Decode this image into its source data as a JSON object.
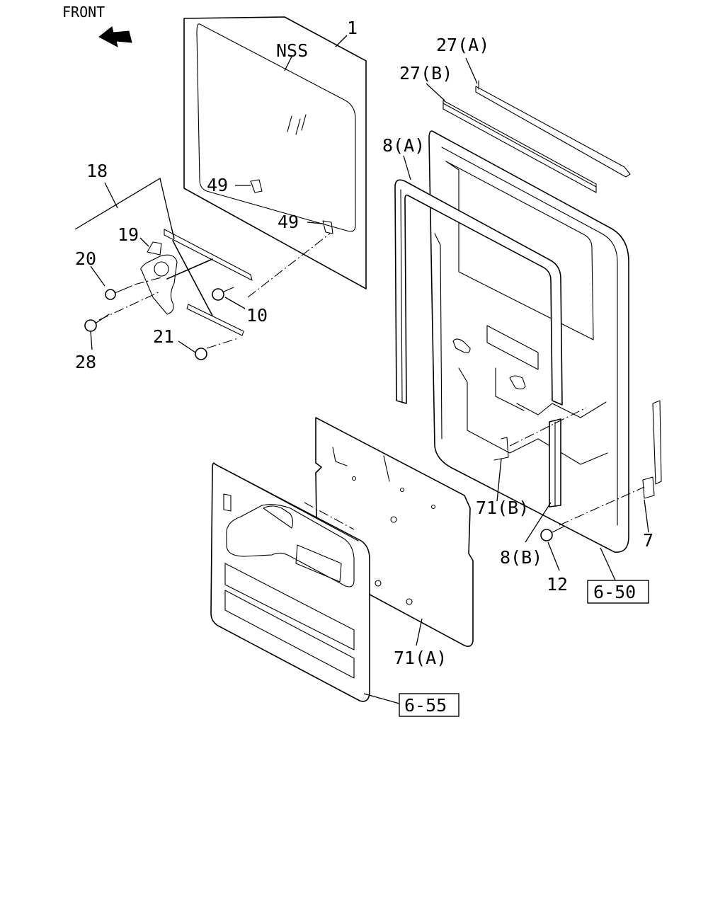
{
  "direction_label": "FRONT",
  "glass_spec": "NSS",
  "callouts": {
    "c1": "1",
    "c27a": "27(A)",
    "c27b": "27(B)",
    "c8a": "8(A)",
    "c18": "18",
    "c19": "19",
    "c20": "20",
    "c28": "28",
    "c10": "10",
    "c21": "21",
    "c49a": "49",
    "c49b": "49",
    "c71b": "71(B)",
    "c8b": "8(B)",
    "c7": "7",
    "c12": "12",
    "c71a": "71(A)"
  },
  "references": {
    "r650": "6-50",
    "r655": "6-55"
  }
}
